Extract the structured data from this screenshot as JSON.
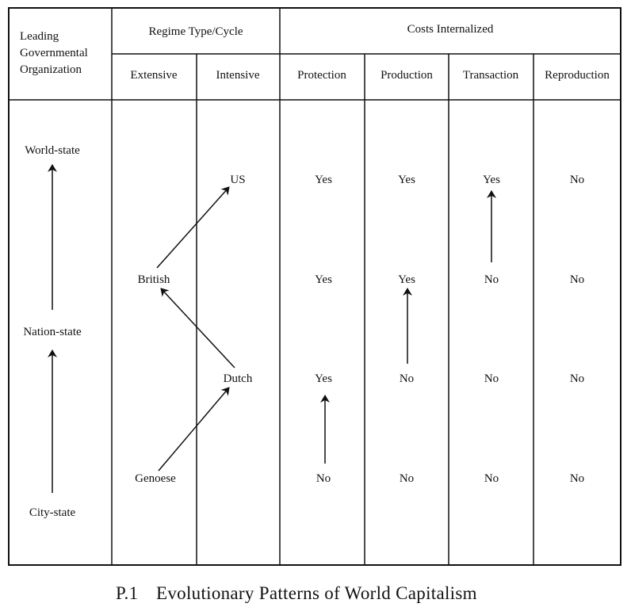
{
  "header": {
    "leading_lines": [
      "Leading",
      "Governmental",
      "Organization"
    ],
    "regime_group": "Regime Type/Cycle",
    "costs_group": "Costs Internalized",
    "columns": [
      "Extensive",
      "Intensive",
      "Protection",
      "Production",
      "Transaction",
      "Reproduction"
    ]
  },
  "organizations": [
    "World-state",
    "Nation-state",
    "City-state"
  ],
  "regimes": {
    "us": "US",
    "british": "British",
    "dutch": "Dutch",
    "genoese": "Genoese"
  },
  "rows": [
    {
      "protection": "Yes",
      "production": "Yes",
      "transaction": "Yes",
      "reproduction": "No"
    },
    {
      "protection": "Yes",
      "production": "Yes",
      "transaction": "No",
      "reproduction": "No"
    },
    {
      "protection": "Yes",
      "production": "No",
      "transaction": "No",
      "reproduction": "No"
    },
    {
      "protection": "No",
      "production": "No",
      "transaction": "No",
      "reproduction": "No"
    }
  ],
  "caption": {
    "number": "P.1",
    "title": "Evolutionary Patterns of World Capitalism"
  },
  "icons": [
    "arrow-up-icon",
    "arrow-diagonal-icon"
  ]
}
